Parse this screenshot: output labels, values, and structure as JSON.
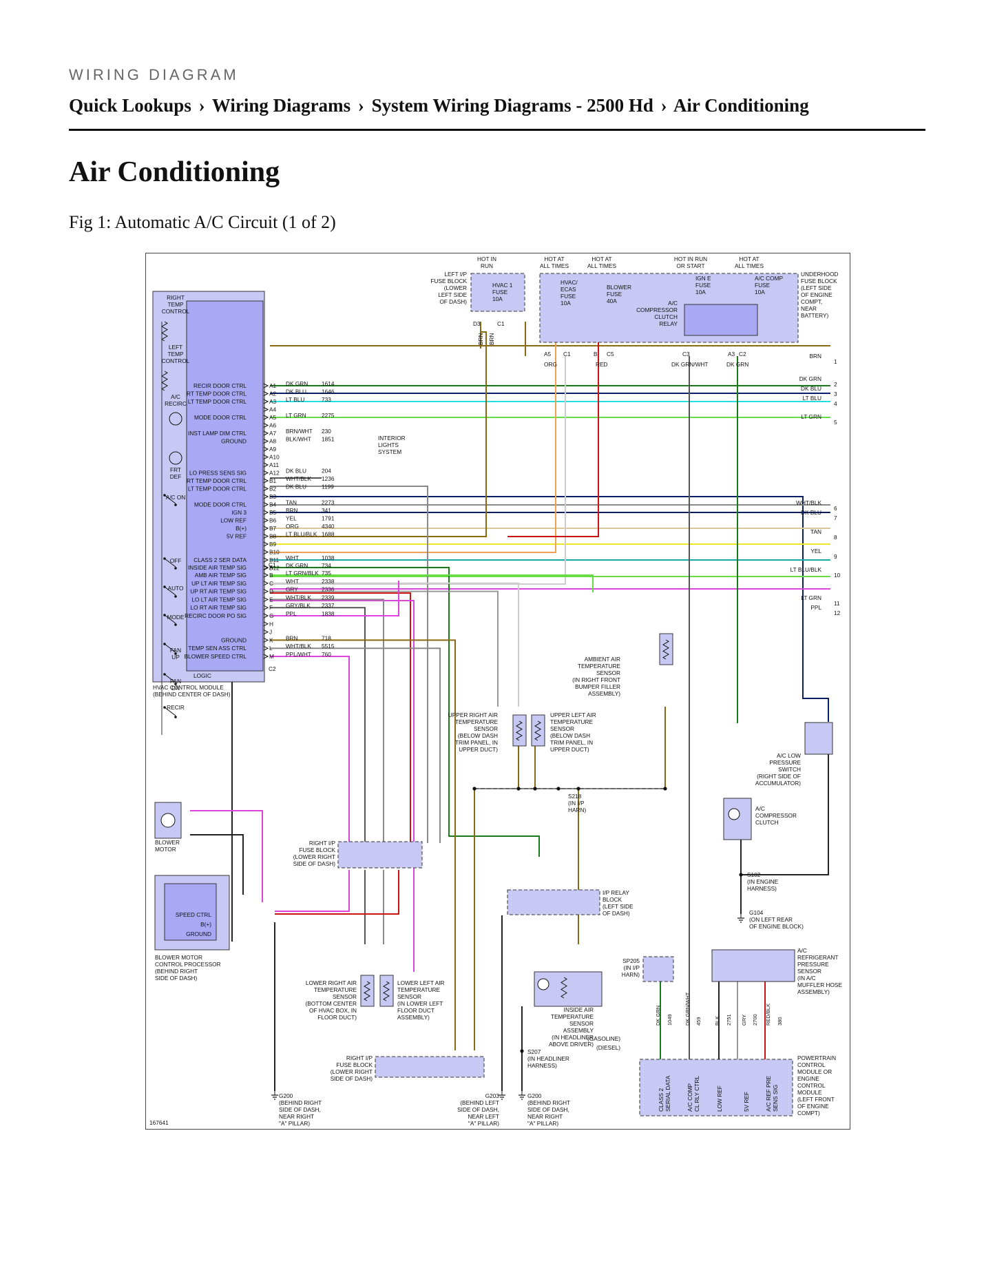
{
  "header": {
    "kicker": "WIRING DIAGRAM",
    "breadcrumb": [
      "Quick Lookups",
      "Wiring Diagrams",
      "System Wiring Diagrams - 2500 Hd",
      "Air Conditioning"
    ],
    "separator": "›"
  },
  "page_title": "Air Conditioning",
  "figure": {
    "caption": "Fig 1: Automatic A/C Circuit (1 of 2)",
    "diagram_id": "167641",
    "colors": {
      "DK GRN": "#1a7a1a",
      "DK BLU": "#0a1e6a",
      "LT BLU": "#22dede",
      "LT GRN": "#66dd44",
      "BRN": "#8a6a10",
      "TAN": "#d8c898",
      "YEL": "#f2e624",
      "ORG": "#f0a050",
      "LT BLU/BLK": "#14a8a8",
      "WHT": "#cccccc",
      "PPL": "#dd44dd",
      "RED": "#cc1111",
      "BLK": "#222222",
      "GRY": "#999999",
      "WHT/BLK": "#888888",
      "PPL/WHT": "#dd44dd",
      "module_fill": "#c8c8f4",
      "module_inner": "#a8a8f4"
    },
    "hvac_module": {
      "label": "HVAC CONTROL MODULE\n(BEHIND CENTER OF DASH)",
      "logic": "LOGIC",
      "left_controls": [
        "RIGHT\nTEMP\nCONTROL",
        "LEFT\nTEMP\nCONTROL",
        "A/C\nRECIRC",
        "FRT\nDEF",
        "A/C ON",
        "OFF",
        "AUTO",
        "MODE",
        "FAN\nUP",
        "FAN\nDN",
        "RECIR"
      ],
      "pins": [
        {
          "sig": "RECIR DOOR CTRL",
          "pin": "A1",
          "color": "DK GRN",
          "circuit": "1614"
        },
        {
          "sig": "RT TEMP DOOR CTRL",
          "pin": "A2",
          "color": "DK BLU",
          "circuit": "1646"
        },
        {
          "sig": "LT TEMP DOOR CTRL",
          "pin": "A3",
          "color": "LT BLU",
          "circuit": "733"
        },
        {
          "sig": "",
          "pin": "A4",
          "color": "",
          "circuit": ""
        },
        {
          "sig": "MODE DOOR CTRL",
          "pin": "A5",
          "color": "LT GRN",
          "circuit": "2275"
        },
        {
          "sig": "",
          "pin": "A6",
          "color": "",
          "circuit": ""
        },
        {
          "sig": "INST LAMP DIM CTRL",
          "pin": "A7",
          "color": "BRN/WHT",
          "circuit": "230"
        },
        {
          "sig": "GROUND",
          "pin": "A8",
          "color": "BLK/WHT",
          "circuit": "1851"
        },
        {
          "sig": "",
          "pin": "A9",
          "color": "",
          "circuit": ""
        },
        {
          "sig": "",
          "pin": "A10",
          "color": "",
          "circuit": ""
        },
        {
          "sig": "",
          "pin": "A11",
          "color": "",
          "circuit": ""
        },
        {
          "sig": "LO PRESS SENS SIG",
          "pin": "A12",
          "color": "DK BLU",
          "circuit": "204"
        },
        {
          "sig": "RT TEMP DOOR CTRL",
          "pin": "B1",
          "color": "WHT/BLK",
          "circuit": "1236"
        },
        {
          "sig": "LT TEMP DOOR CTRL",
          "pin": "B2",
          "color": "DK BLU",
          "circuit": "1199"
        },
        {
          "sig": "",
          "pin": "B3",
          "color": "",
          "circuit": ""
        },
        {
          "sig": "MODE DOOR CTRL",
          "pin": "B4",
          "color": "TAN",
          "circuit": "2273"
        },
        {
          "sig": "IGN 3",
          "pin": "B5",
          "color": "BRN",
          "circuit": "341"
        },
        {
          "sig": "LOW REF",
          "pin": "B6",
          "color": "YEL",
          "circuit": "1791"
        },
        {
          "sig": "B(+)",
          "pin": "B7",
          "color": "ORG",
          "circuit": "4340"
        },
        {
          "sig": "5V REF",
          "pin": "B8",
          "color": "LT BLU/BLK",
          "circuit": "1688"
        },
        {
          "sig": "",
          "pin": "B9",
          "color": "",
          "circuit": ""
        },
        {
          "sig": "",
          "pin": "B10",
          "color": "",
          "circuit": ""
        },
        {
          "sig": "CLASS 2 SER DATA",
          "pin": "B11",
          "color": "WHT",
          "circuit": "1038"
        },
        {
          "sig": "",
          "pin": "B12",
          "color": "",
          "circuit": ""
        },
        {
          "sig": "INSIDE AIR TEMP SIG",
          "pin": "A",
          "color": "DK GRN",
          "circuit": "734"
        },
        {
          "sig": "AMB AIR TEMP SIG",
          "pin": "B",
          "color": "LT GRN/BLK",
          "circuit": "735"
        },
        {
          "sig": "UP LT AIR TEMP SIG",
          "pin": "C",
          "color": "WHT",
          "circuit": "2338"
        },
        {
          "sig": "UP RT AIR TEMP SIG",
          "pin": "D",
          "color": "GRY",
          "circuit": "2336"
        },
        {
          "sig": "LO LT AIR TEMP SIG",
          "pin": "E",
          "color": "WHT/BLK",
          "circuit": "2339"
        },
        {
          "sig": "LO RT AIR TEMP SIG",
          "pin": "F",
          "color": "GRY/BLK",
          "circuit": "2337"
        },
        {
          "sig": "RECIRC DOOR PO SIG",
          "pin": "G",
          "color": "PPL",
          "circuit": "1838"
        },
        {
          "sig": "",
          "pin": "H",
          "color": "",
          "circuit": ""
        },
        {
          "sig": "",
          "pin": "J",
          "color": "",
          "circuit": ""
        },
        {
          "sig": "GROUND",
          "pin": "K",
          "color": "BRN",
          "circuit": "718"
        },
        {
          "sig": "TEMP SEN ASS CTRL",
          "pin": "L",
          "color": "WHT/BLK",
          "circuit": "5515"
        },
        {
          "sig": "BLOWER SPEED CTRL",
          "pin": "M",
          "color": "PPL/WHT",
          "circuit": "760"
        }
      ],
      "connector_labels": [
        "C1",
        "C2"
      ]
    },
    "right_edge": [
      {
        "color": "BRN",
        "num": "1"
      },
      {
        "color": "DK GRN",
        "num": "2"
      },
      {
        "color": "DK BLU",
        "num": "3"
      },
      {
        "color": "LT BLU",
        "num": "4"
      },
      {
        "color": "LT GRN",
        "num": "5"
      },
      {
        "color": "WHT/BLK",
        "num": "6"
      },
      {
        "color": "DK BLU",
        "num": "7"
      },
      {
        "color": "TAN",
        "num": "8"
      },
      {
        "color": "YEL",
        "num": "9"
      },
      {
        "color": "LT BLU/BLK",
        "num": "10"
      },
      {
        "color": "LT GRN",
        "num": "11"
      },
      {
        "color": "PPL",
        "num": "12"
      }
    ],
    "interior_lights": "INTERIOR\nLIGHTS\nSYSTEM",
    "top_labels": {
      "hot_in_run": "HOT IN\nRUN",
      "hot_all_1": "HOT AT\nALL TIMES",
      "hot_all_2": "HOT AT\nALL TIMES",
      "hot_run_start": "HOT IN RUN\nOR START",
      "hot_all_3": "HOT AT\nALL TIMES",
      "lip_fuse_block": "LEFT I/P\nFUSE BLOCK\n(LOWER\nLEFT SIDE\nOF DASH)",
      "hvac1_fuse": "HVAC 1\nFUSE\n10A",
      "hvac_ecas_fuse": "HVAC/\nECAS\nFUSE\n10A",
      "blower_fuse": "BLOWER\nFUSE\n40A",
      "ign_e_fuse": "IGN E\nFUSE\n10A",
      "ac_comp_fuse": "A/C COMP\nFUSE\n10A",
      "ac_relay": "A/C\nCOMPRESSOR\nCLUTCH\nRELAY",
      "underhood": "UNDERHOOD\nFUSE BLOCK\n(LEFT SIDE\nOF ENGINE\nCOMPT,\nNEAR\nBATTERY)",
      "pins_top": [
        "D3",
        "C1",
        "A5",
        "C1",
        "B",
        "C5",
        "C3",
        "A3",
        "C2"
      ],
      "wires_top": [
        "BRN",
        "BRN",
        "ORG",
        "RED",
        "DK GRN/WHT",
        "DK GRN"
      ]
    },
    "components": {
      "ambient": "AMBIENT AIR\nTEMPERATURE\nSENSOR\n(IN RIGHT FRONT\nBUMPER FILLER\nASSEMBLY)",
      "upper_right": "UPPER RIGHT AIR\nTEMPERATURE\nSENSOR\n(BELOW DASH\nTRIM PANEL, IN\nUPPER DUCT)",
      "upper_left": "UPPER LEFT AIR\nTEMPERATURE\nSENSOR\n(BELOW DASH\nTRIM PANEL, IN\nUPPER DUCT)",
      "s218": "S218\n(IN I/P\nHARN)",
      "low_press_switch": "A/C LOW\nPRESSURE\nSWITCH\n(RIGHT SIDE OF\nACCUMULATOR)",
      "compressor_clutch": "A/C\nCOMPRESSOR\nCLUTCH",
      "s102": "S102\n(IN ENGINE\nHARNESS)",
      "g104": "G104\n(ON LEFT REAR\nOF ENGINE BLOCK)",
      "blower_motor": "BLOWER\nMOTOR",
      "right_ip_fuse": "RIGHT I/P\nFUSE BLOCK\n(LOWER RIGHT\nSIDE OF DASH)",
      "ip_relay": "I/P RELAY\nBLOCK\n(LEFT SIDE\nOF DASH)",
      "blower_cp": "BLOWER MOTOR\nCONTROL PROCESSOR\n(BEHIND RIGHT\nSIDE OF DASH)",
      "speed_ctrl": [
        "SPEED CTRL",
        "B(+)",
        "GROUND"
      ],
      "lower_right": "LOWER RIGHT AIR\nTEMPERATURE\nSENSOR\n(BOTTOM CENTER\nOF HVAC BOX, IN\nFLOOR DUCT)",
      "lower_left": "LOWER LEFT AIR\nTEMPERATURE\nSENSOR\n(IN LOWER LEFT\nFLOOR DUCT\nASSEMBLY)",
      "inside_air": "INSIDE AIR\nTEMPERATURE\nSENSOR\nASSEMBLY\n(IN HEADLINER\nABOVE DRIVER)",
      "sp205": "SP205\n(IN I/P\nHARN)",
      "refrig_sensor": "A/C\nREFRIGERANT\nPRESSURE\nSENSOR\n(IN A/C\nMUFFLER HOSE\nASSEMBLY)",
      "s207": "S207\n(IN HEADLINER\nHARNESS)",
      "pcm": "POWERTRAIN\nCONTROL\nMODULE OR\nENGINE\nCONTROL\nMODULE\n(LEFT FRONT\nOF ENGINE\nCOMPT)",
      "pcm_sigs": [
        "CLASS 2\nSERIAL DATA",
        "A/C COMP\nCL RLY CTRL",
        "LOW REF",
        "5V REF",
        "A/C REF PRE\nSENS SIG"
      ],
      "pcm_wires": [
        "DK GRN",
        "1049",
        "DK GRN/WHT",
        "459",
        "BLK",
        "2751",
        "GRY",
        "2700",
        "RED/BLK",
        "380"
      ],
      "gasoline": "(GASOLINE)",
      "diesel": "(DIESEL)",
      "g200a": "G200\n(BEHIND RIGHT\nSIDE OF DASH,\nNEAR RIGHT\n\"A\" PILLAR)",
      "g203": "G203\n(BEHIND LEFT\nSIDE OF DASH,\nNEAR LEFT\n\"A\" PILLAR)",
      "g200b": "G200\n(BEHIND RIGHT\nSIDE OF DASH,\nNEAR RIGHT\n\"A\" PILLAR)",
      "right_ip_fuse2": "RIGHT I/P\nFUSE BLOCK\n(LOWER RIGHT\nSIDE OF DASH)"
    }
  }
}
